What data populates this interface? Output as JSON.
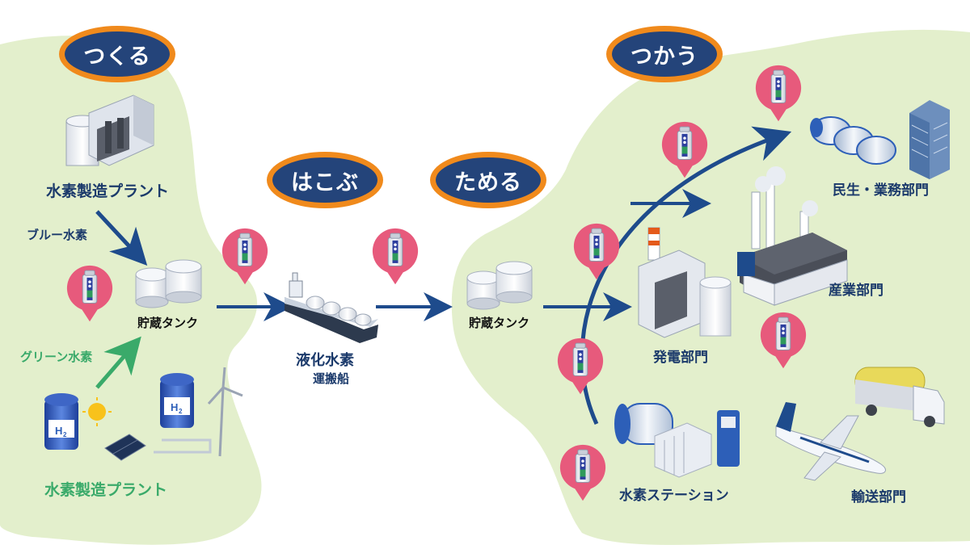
{
  "stages": {
    "make": "つくる",
    "carry": "はこぶ",
    "store": "ためる",
    "use": "つかう"
  },
  "labels": {
    "plant_top": "水素製造プラント",
    "blue_hydrogen": "ブルー水素",
    "storage_tank_left": "貯蔵タンク",
    "green_hydrogen": "グリーン水素",
    "plant_bottom": "水素製造プラント",
    "carrier_line1": "液化水素",
    "carrier_line2": "運搬船",
    "storage_tank_right": "貯蔵タンク",
    "commercial": "民生・業務部門",
    "industrial": "産業部門",
    "power": "発電部門",
    "station": "水素ステーション",
    "transport": "輸送部門"
  },
  "icons": {
    "h2_tank_badge": "H",
    "h2_tank_sub": "2"
  },
  "colors": {
    "pill_fill": "#24447a",
    "pill_border": "#f08a1c",
    "land": "#e3efcc",
    "arrow_navy": "#1e4b8c",
    "arrow_green": "#3aaa6a",
    "pin": "#e75a7c"
  }
}
